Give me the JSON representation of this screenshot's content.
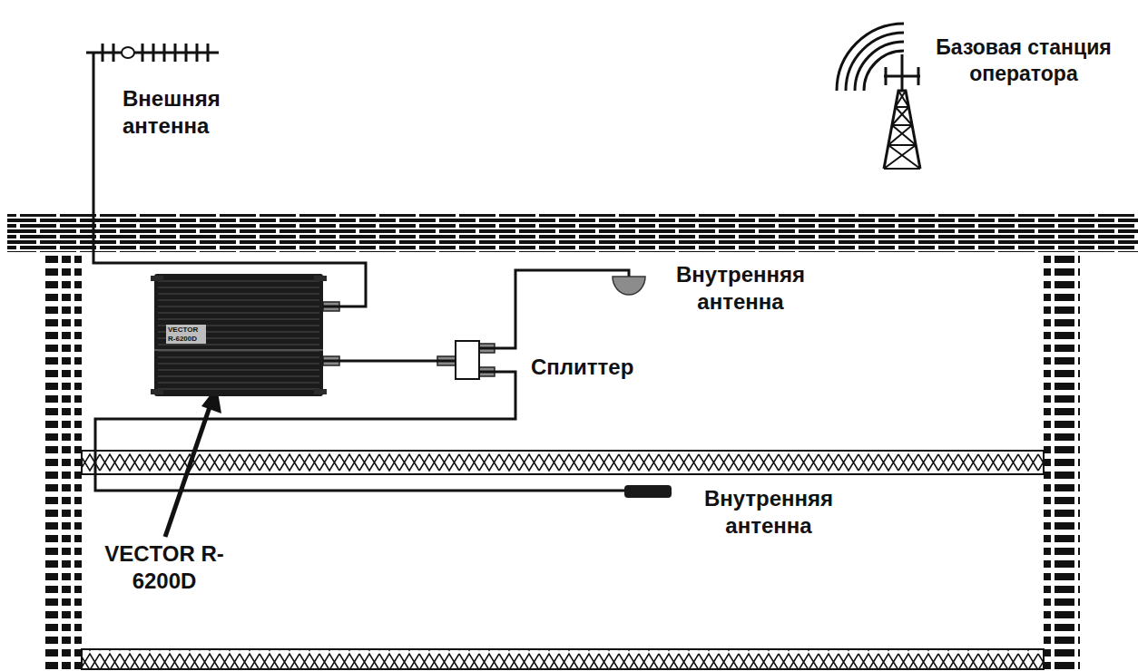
{
  "diagram": {
    "nodes": [
      {
        "text": [
          "Внешняя антенна"
        ]
      },
      {
        "text": [
          "Базовая станция оператора"
        ]
      },
      {
        "text": [
          "VECTOR R-6200D"
        ]
      },
      {
        "text": [
          "Сплиттер"
        ]
      },
      {
        "text": [
          "Внутренняя антенна"
        ]
      },
      {
        "text": [
          "Внутренняя антенна"
        ]
      }
    ],
    "edges": [
      {
        "from": 0,
        "to": 2,
        "arrow": "none"
      },
      {
        "from": 2,
        "to": 3,
        "arrow": "none"
      },
      {
        "from": 3,
        "to": 4,
        "arrow": "none"
      },
      {
        "from": 3,
        "to": 5,
        "arrow": "none"
      }
    ],
    "labels": [
      "VECTOR R-6200D"
    ]
  }
}
